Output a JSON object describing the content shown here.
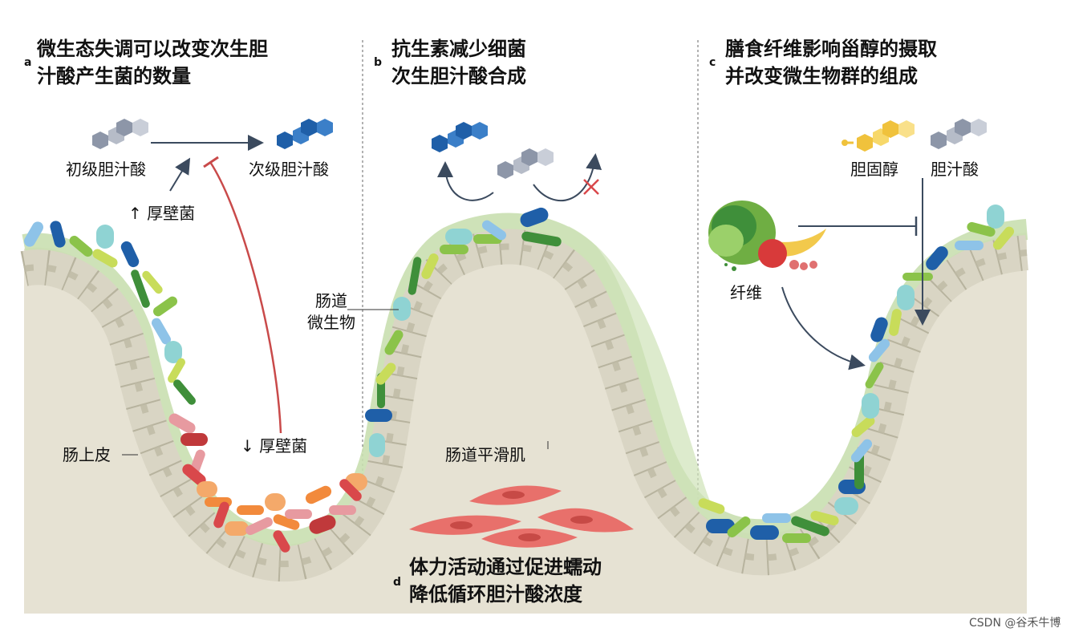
{
  "panels": {
    "a": {
      "letter": "a",
      "title_line1": "微生态失调可以改变次生胆",
      "title_line2": "汁酸产生菌的数量",
      "primary_label": "初级胆汁酸",
      "secondary_label": "次级胆汁酸",
      "up_firmicutes": "↑ 厚壁菌",
      "down_firmicutes": "↓ 厚壁菌",
      "epithelium_label": "肠上皮"
    },
    "b": {
      "letter": "b",
      "title_line1": "抗生素减少细菌",
      "title_line2": "次生胆汁酸合成",
      "microbiota_line1": "肠道",
      "microbiota_line2": "微生物",
      "muscle_label": "肠道平滑肌"
    },
    "c": {
      "letter": "c",
      "title_line1": "膳食纤维影响甾醇的摄取",
      "title_line2": "并改变微生物群的组成",
      "cholesterol_label": "胆固醇",
      "bile_acid_label": "胆汁酸",
      "fiber_label": "纤维"
    },
    "d": {
      "letter": "d",
      "title_line1": "体力活动通过促进蠕动",
      "title_line2": "降低循环胆汁酸浓度"
    }
  },
  "credit": "CSDN @谷禾牛博",
  "colors": {
    "tissue_bg": "#e6e2d3",
    "cell_fill": "#d9d5c4",
    "mucus_green": "#c9dfb0",
    "inhibit_red": "#c94a4a",
    "arrow_dark": "#3b4a5e",
    "muscle_red": "#e8706b",
    "hex_gray": "#8d96a8",
    "hex_blue": "#1f5fa8",
    "hex_yellow": "#f0c23c"
  }
}
